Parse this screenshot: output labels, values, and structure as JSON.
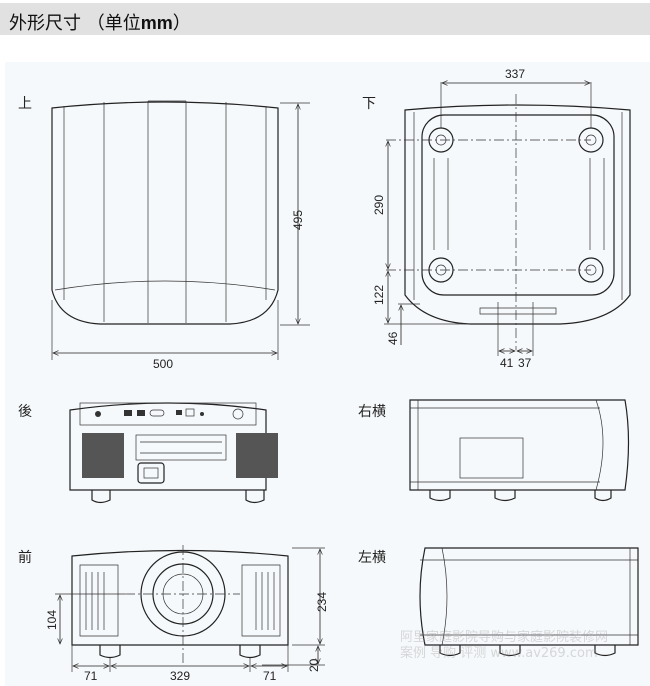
{
  "header": {
    "title_cn": "外形尺寸 （单位",
    "title_unit": "mm",
    "title_close": "）"
  },
  "views": {
    "top": {
      "label": "上",
      "depth": "495",
      "width": "500"
    },
    "bottom": {
      "label": "下",
      "foot_span_x": "337",
      "foot_span_y": "290",
      "front_foot_offset": "122",
      "front_offset": "46",
      "left_offset": "41",
      "right_offset": "37"
    },
    "back": {
      "label": "後"
    },
    "right_side": {
      "label": "右横"
    },
    "front": {
      "label": "前",
      "height": "234",
      "lens_height": "104",
      "foot_height": "20",
      "left_margin": "71",
      "foot_span": "329",
      "right_margin": "71"
    },
    "left_side": {
      "label": "左横"
    }
  },
  "watermark": {
    "line1": "阿里家庭影院导购与家庭影院装修网",
    "line2": "案例 导购 评测 www.av269.com"
  }
}
